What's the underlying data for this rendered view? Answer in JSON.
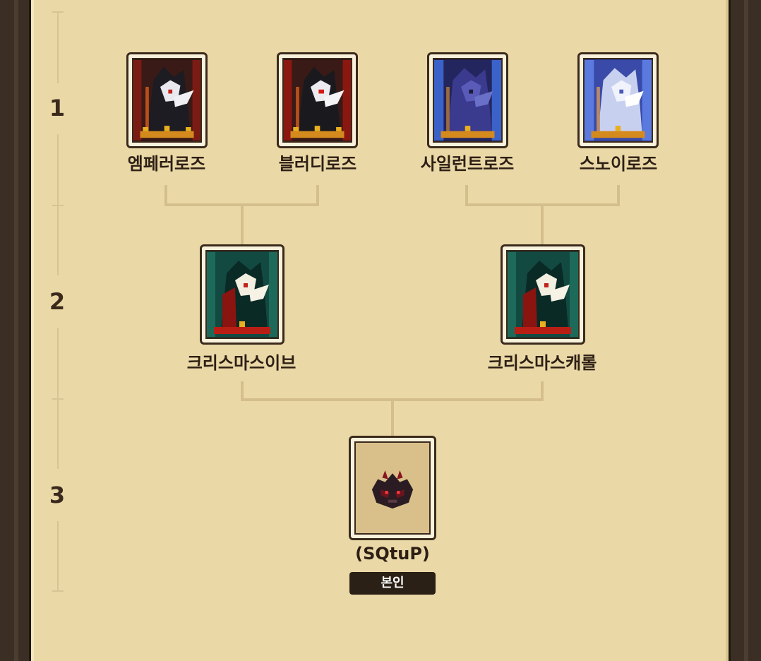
{
  "generations": [
    "1",
    "2",
    "3"
  ],
  "gen1": [
    {
      "name": "엠페러로즈",
      "palette": "dark-red"
    },
    {
      "name": "블러디로즈",
      "palette": "dark-red"
    },
    {
      "name": "사일런트로즈",
      "palette": "indigo"
    },
    {
      "name": "스노이로즈",
      "palette": "ice-blue"
    }
  ],
  "gen2": [
    {
      "name": "크리스마스이브",
      "palette": "teal-red"
    },
    {
      "name": "크리스마스캐롤",
      "palette": "teal-red"
    }
  ],
  "gen3": {
    "name": "(SQtuP)",
    "badge": "본인",
    "palette": "dark-bat"
  },
  "colors": {
    "panel": "#ead9a7",
    "frame": "#3a2e25",
    "connector": "#d4bf8c",
    "badge_bg": "#2b2015"
  }
}
